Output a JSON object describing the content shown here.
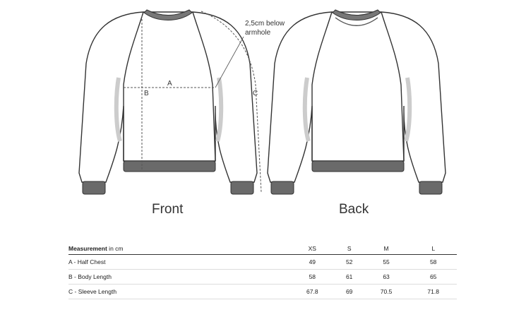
{
  "figures": {
    "front_label": "Front",
    "back_label": "Back",
    "note_line1": "2,5cm below",
    "note_line2": "armhole",
    "label_a": "A",
    "label_b": "B",
    "label_c": "C"
  },
  "table": {
    "header_bold": "Measurement",
    "header_unit": " in cm",
    "sizes": [
      "XS",
      "S",
      "M",
      "L"
    ],
    "rows": [
      {
        "label": "A - Half Chest",
        "values": [
          "49",
          "52",
          "55",
          "58"
        ]
      },
      {
        "label": "B - Body Length",
        "values": [
          "58",
          "61",
          "63",
          "65"
        ]
      },
      {
        "label": "C - Sleeve Length",
        "values": [
          "67.8",
          "69",
          "70.5",
          "71.8"
        ]
      }
    ]
  }
}
